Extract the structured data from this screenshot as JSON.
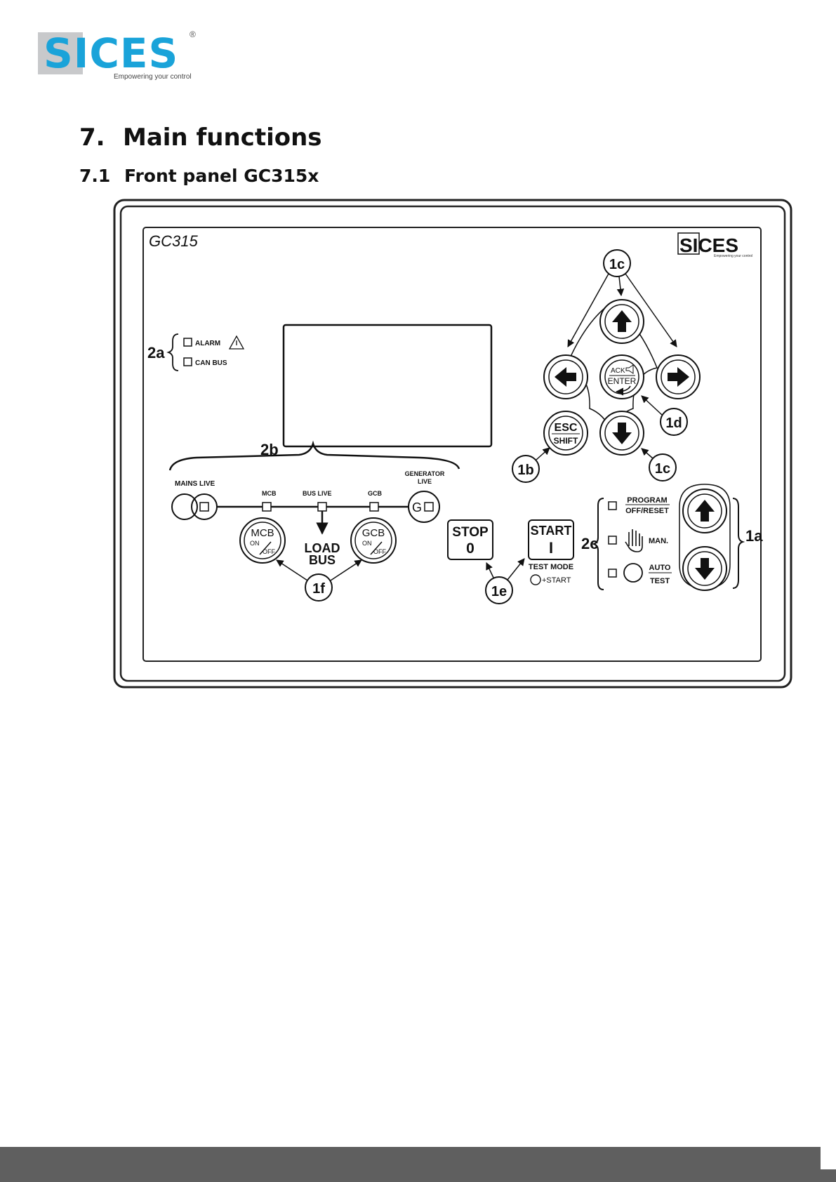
{
  "header": {
    "logo_text": "SICES",
    "logo_registered": "®",
    "logo_tagline": "Empowering your control"
  },
  "section": {
    "number": "7.",
    "title": "Main functions"
  },
  "subsection": {
    "number": "7.1",
    "title": "Front panel GC315x"
  },
  "figure": {
    "model": "GC315",
    "brand": "SICES",
    "brand_tagline": "Empowering your control",
    "callouts": {
      "c1a": "1a",
      "c1b": "1b",
      "c1c_top": "1c",
      "c1c_bottom": "1c",
      "c1d": "1d",
      "c1e": "1e",
      "c1f": "1f",
      "c2a": "2a",
      "c2b": "2b",
      "c2c": "2c"
    },
    "leds": {
      "alarm": "ALARM",
      "can_bus": "CAN BUS"
    },
    "keys": {
      "ack": "ACK",
      "enter": "ENTER",
      "esc": "ESC",
      "shift": "SHIFT",
      "stop": "STOP",
      "stop_symbol": "0",
      "start": "START",
      "start_symbol": "I",
      "mcb": "MCB",
      "gcb": "GCB",
      "on": "ON",
      "off": "OFF"
    },
    "synoptic": {
      "mains_live": "MAINS LIVE",
      "mcb": "MCB",
      "bus_live": "BUS LIVE",
      "gcb": "GCB",
      "generator_line1": "GENERATOR",
      "generator_line2": "LIVE",
      "generator_symbol": "G",
      "load": "LOAD",
      "bus": "BUS"
    },
    "test_mode": {
      "label": "TEST MODE",
      "start": "+START"
    },
    "modes": {
      "program": "PROGRAM",
      "off_reset": "OFF/RESET",
      "man": "MAN.",
      "auto": "AUTO",
      "test": "TEST"
    }
  }
}
